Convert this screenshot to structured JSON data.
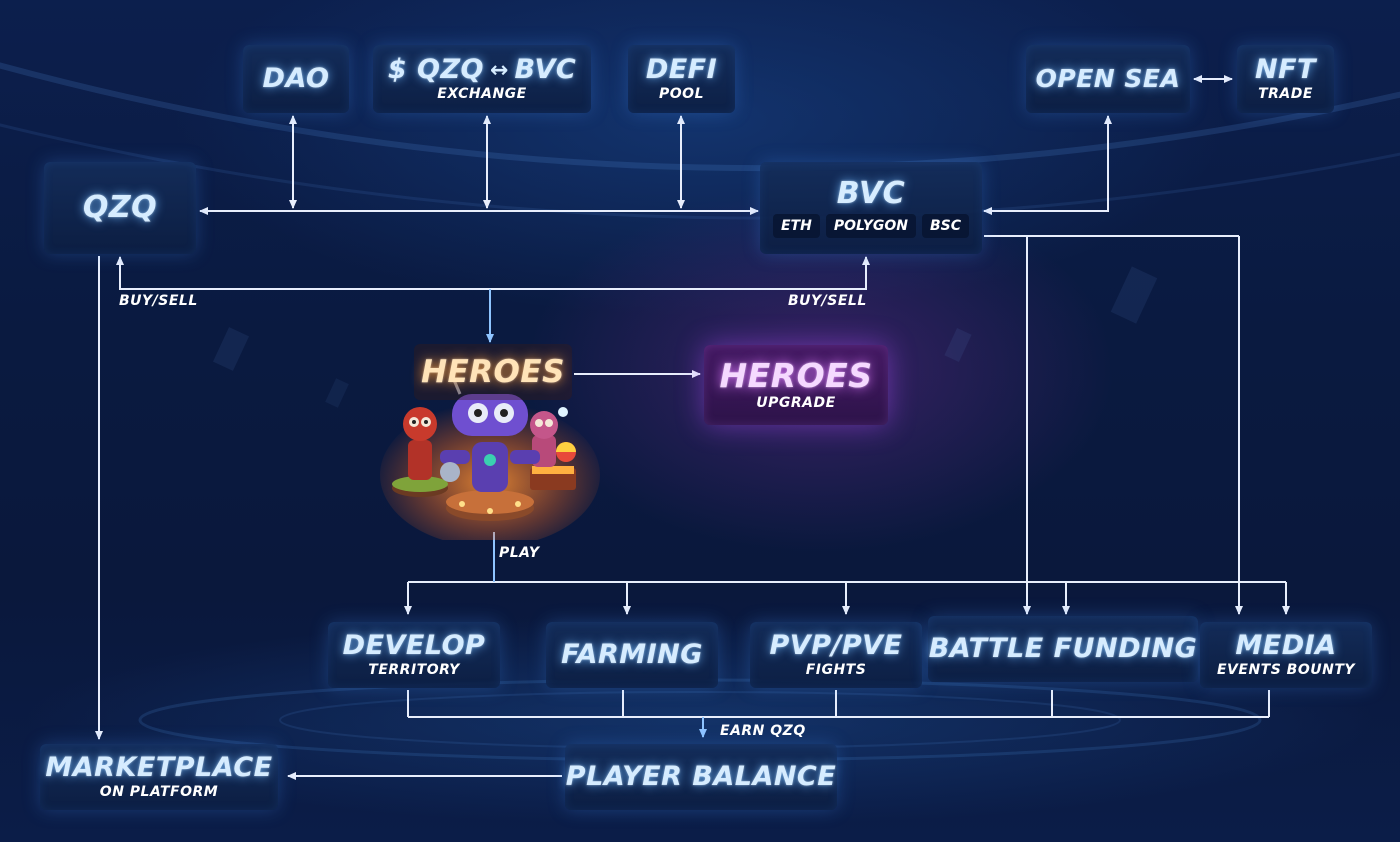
{
  "nodes": {
    "dao": {
      "title": "DAO"
    },
    "exchange": {
      "title_left": "$ QZQ",
      "title_right": "BVC",
      "subtitle": "EXCHANGE"
    },
    "defi": {
      "title": "DEFI",
      "subtitle": "POOL"
    },
    "opensea": {
      "title": "OPEN SEA"
    },
    "nft": {
      "title": "NFT",
      "subtitle": "TRADE"
    },
    "qzq": {
      "title": "QZQ"
    },
    "bvc": {
      "title": "BVC",
      "chains": [
        "ETH",
        "POLYGON",
        "BSC"
      ]
    },
    "heroes": {
      "title": "HEROES"
    },
    "heroes_upgrade": {
      "title": "HEROES",
      "subtitle": "UPGRADE"
    },
    "develop": {
      "title": "DEVELOP",
      "subtitle": "TERRITORY"
    },
    "farming": {
      "title": "FARMING"
    },
    "pvp": {
      "title": "PVP/PVE",
      "subtitle": "FIGHTS"
    },
    "battle_funding": {
      "title": "BATTLE FUNDING"
    },
    "media": {
      "title": "MEDIA",
      "subtitle": "EVENTS BOUNTY"
    },
    "marketplace": {
      "title": "MARKETPLACE",
      "subtitle": "ON PLATFORM"
    },
    "player_balance": {
      "title": "PLAYER BALANCE"
    }
  },
  "edge_labels": {
    "buy_sell_left": "BUY/SELL",
    "buy_sell_right": "BUY/SELL",
    "play": "PLAY",
    "earn": "EARN QZQ"
  },
  "colors": {
    "line": "#e8eefc",
    "accent_blue": "#d6ecff",
    "accent_purple": "#f5d9ff",
    "accent_orange": "#ffe3b8"
  }
}
